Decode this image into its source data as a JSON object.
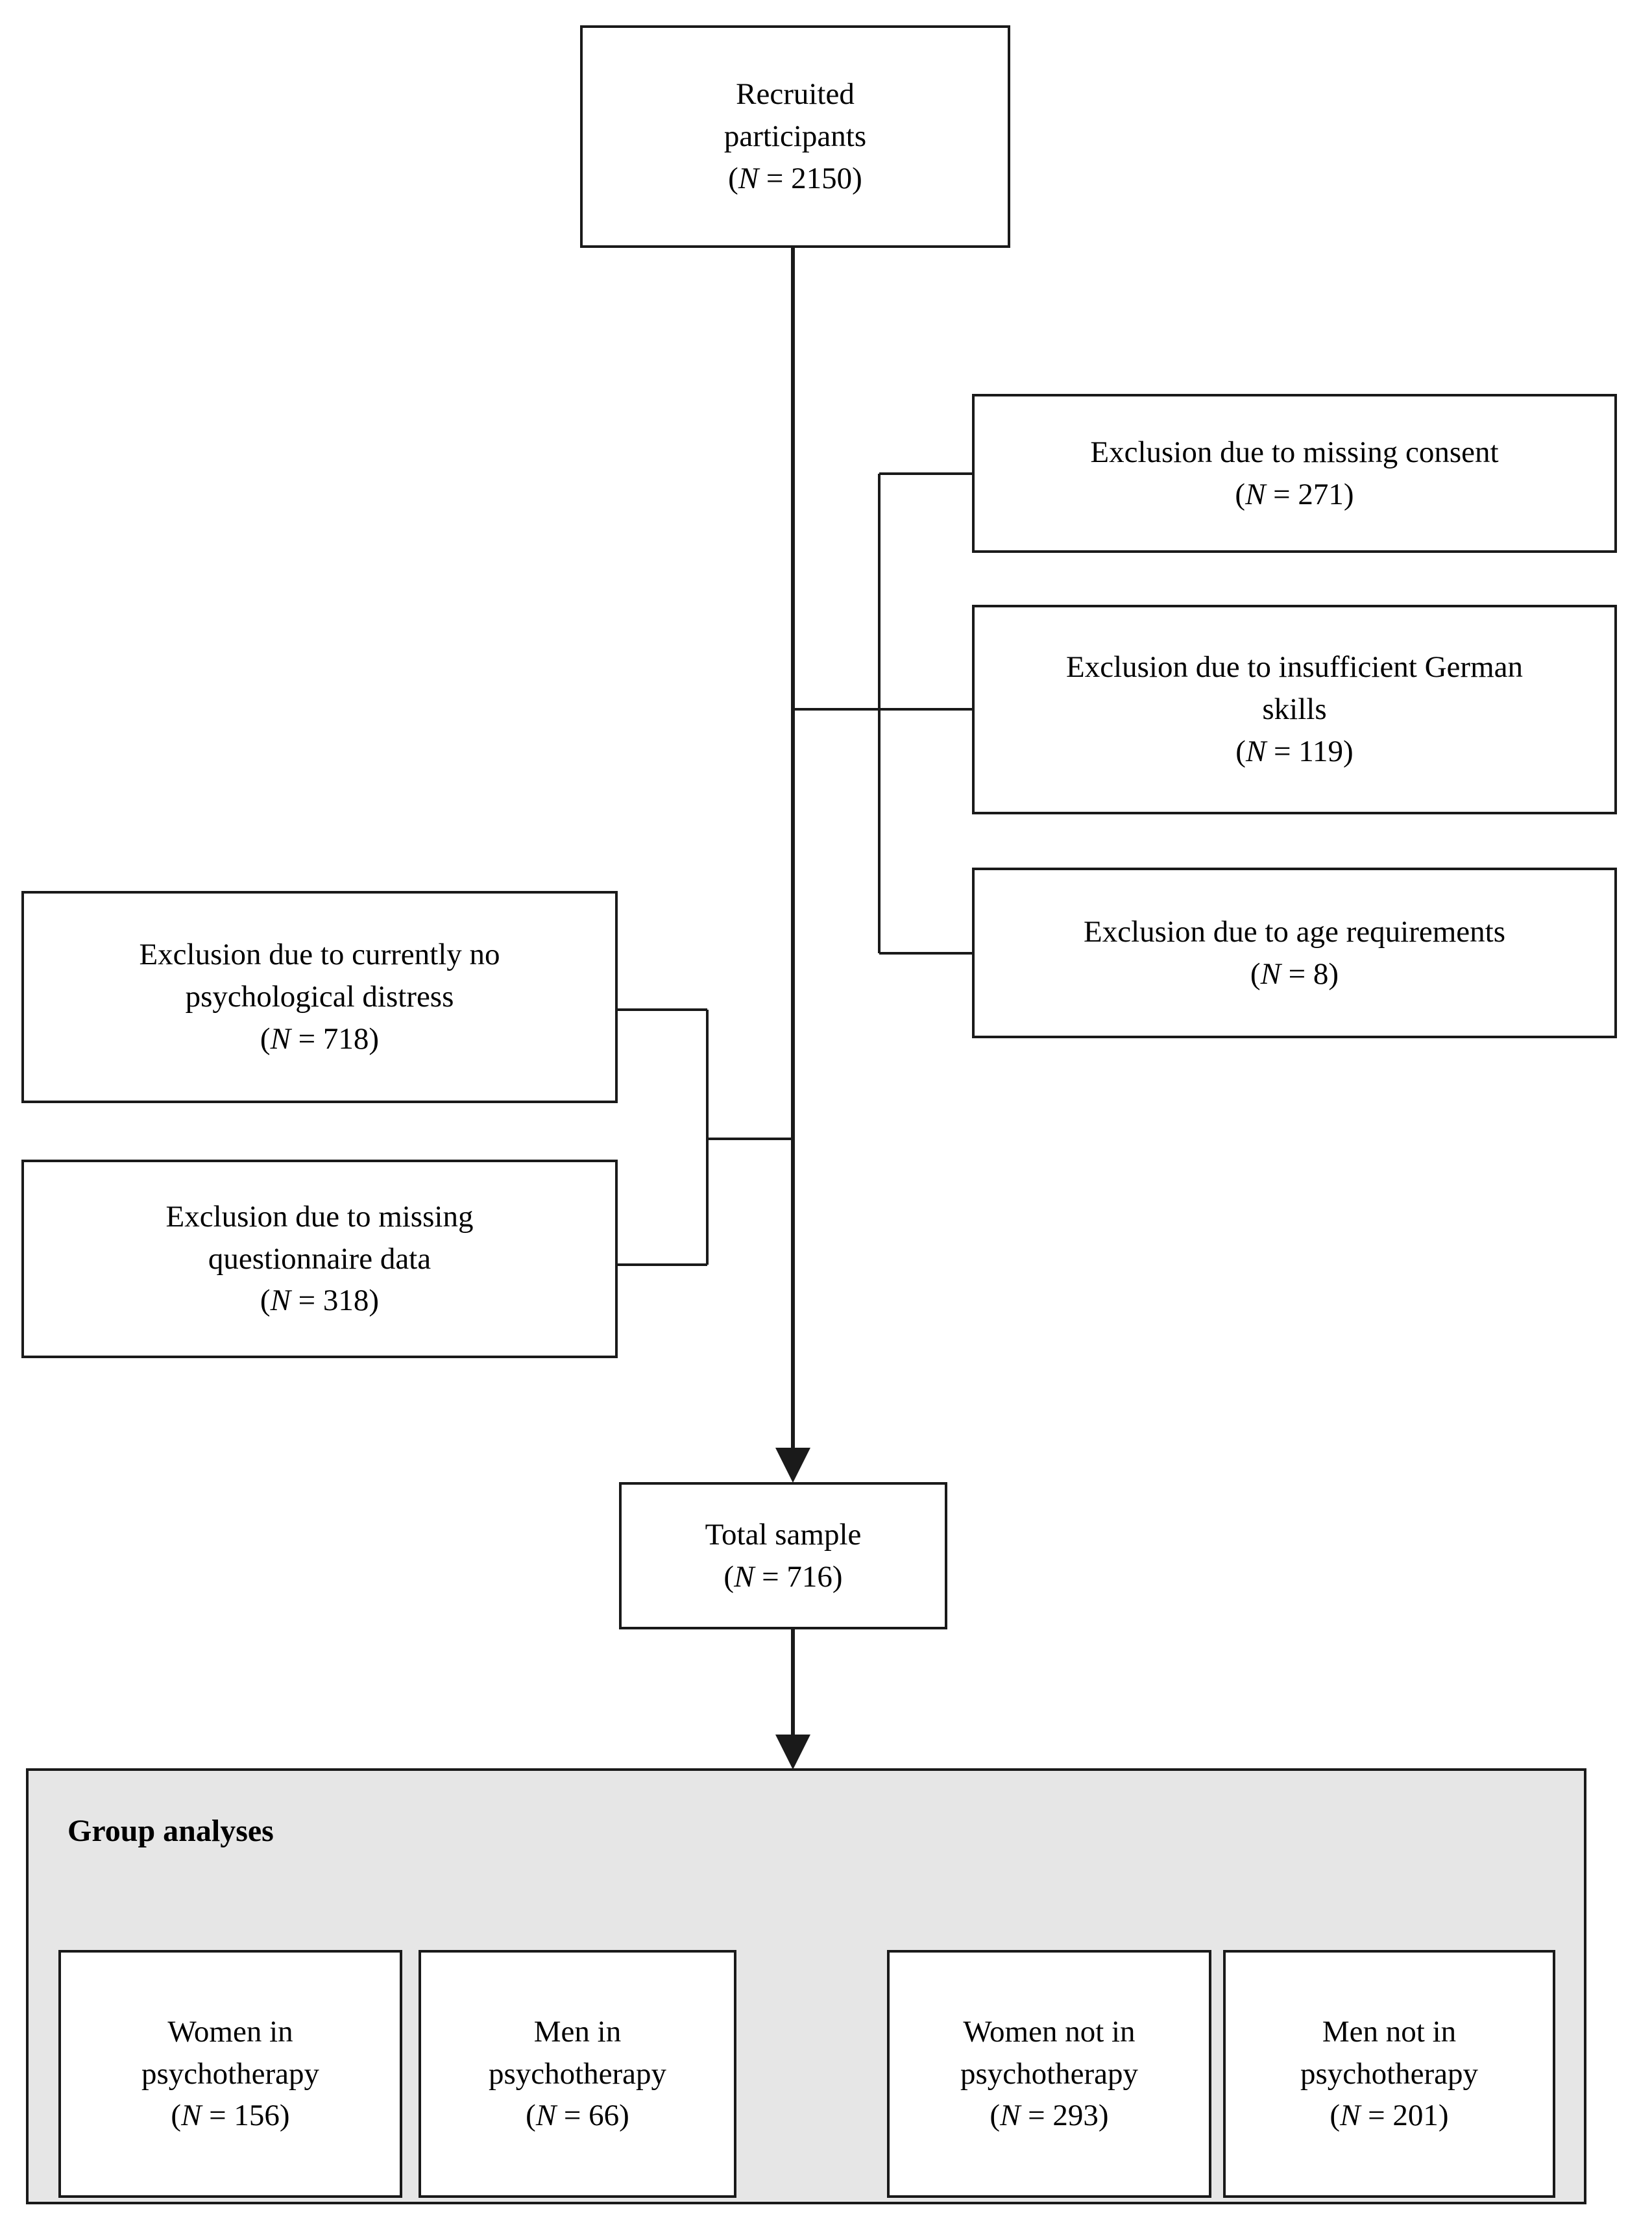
{
  "figure": {
    "type": "participant-flow-diagram",
    "nvar": "N",
    "sep": " = ",
    "colors": {
      "stroke": "#1a1a1a",
      "box_fill": "#ffffff",
      "panel_fill": "#e6e6e6",
      "text": "#000000"
    }
  },
  "nodes": {
    "recruited": {
      "line1": "Recruited",
      "line2": "participants",
      "count": "2150",
      "count_text": "(N = 2150)"
    },
    "total_sample": {
      "line1": "Total sample",
      "count": "716",
      "count_text": "(N = 716)"
    }
  },
  "exclusions_right": [
    {
      "line1": "Exclusion due to missing consent",
      "count": "271",
      "count_text": "(N = 271)"
    },
    {
      "line1": "Exclusion due to insufficient German",
      "line2": "skills",
      "count": "119",
      "count_text": "(N = 119)"
    },
    {
      "line1": "Exclusion due to age requirements",
      "count": "8",
      "count_text": "(N = 8)"
    }
  ],
  "exclusions_left": [
    {
      "line1": "Exclusion due to currently no",
      "line2": "psychological distress",
      "count": "718",
      "count_text": "(N = 718)"
    },
    {
      "line1": "Exclusion due to missing",
      "line2": "questionnaire data",
      "count": "318",
      "count_text": "(N = 318)"
    }
  ],
  "group_panel": {
    "title": "Group analyses",
    "groups": [
      {
        "line1": "Women in",
        "line2": "psychotherapy",
        "count": "156",
        "count_text": "(N = 156)"
      },
      {
        "line1": "Men in",
        "line2": "psychotherapy",
        "count": "66",
        "count_text": "(N = 66)"
      },
      {
        "line1": "Women not in",
        "line2": "psychotherapy",
        "count": "293",
        "count_text": "(N = 293)"
      },
      {
        "line1": "Men not in",
        "line2": "psychotherapy",
        "count": "201",
        "count_text": "(N = 201)"
      }
    ]
  }
}
